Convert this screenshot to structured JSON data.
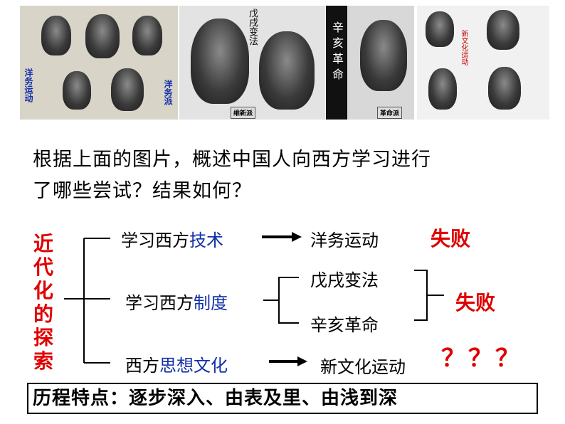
{
  "photos": {
    "panel1_label_left": "洋务运动",
    "panel1_label_right": "洋务派",
    "panel2_label_top": "戊戌变法",
    "panel2_caption": "维新派",
    "panel3_label": "辛亥革命",
    "panel3_caption": "革命派",
    "panel4_label": "新文化运动"
  },
  "question": {
    "line1": "根据上面的图片，概述中国人向西方学习进行",
    "line2": "了哪些尝试？结果如何？"
  },
  "diagram": {
    "title": "近代化的探索",
    "branch1": {
      "prefix": "学习西方",
      "highlight": "技术",
      "result": "洋务运动",
      "outcome": "失败"
    },
    "branch2": {
      "prefix": "学习西方",
      "highlight": "制度",
      "result_a": "戊戌变法",
      "result_b": "辛亥革命",
      "outcome": "失败"
    },
    "branch3": {
      "prefix": "西方",
      "highlight": "思想文化",
      "result": "新文化运动",
      "outcome": "？？？"
    }
  },
  "summary": "历程特点：逐步深入、由表及里、由浅到深",
  "colors": {
    "accent_red": "#e00000",
    "accent_blue": "#1230a8"
  }
}
